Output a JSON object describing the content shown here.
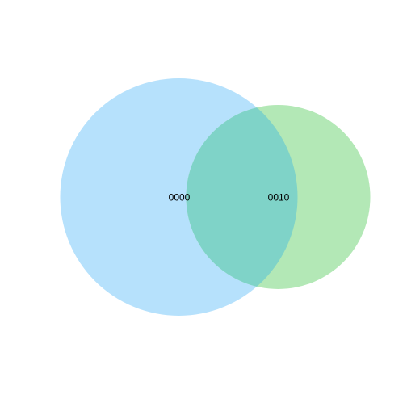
{
  "diagram": {
    "type": "venn",
    "sets": [
      {
        "label": "0000",
        "color": "#b6e1fc"
      },
      {
        "label": "0010",
        "color": "#b3e8b6"
      }
    ],
    "intersection_color": "#7fd3c8"
  }
}
